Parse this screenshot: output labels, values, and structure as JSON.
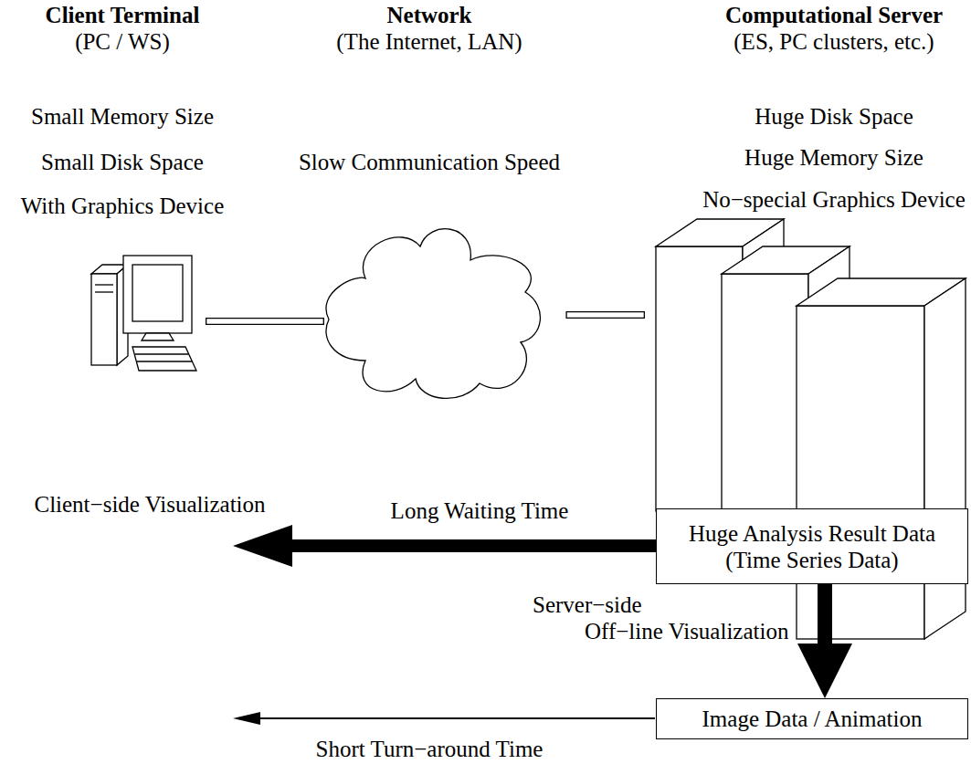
{
  "diagram": {
    "nodes": [
      {
        "text": [
          "Client Terminal",
          "(PC / WS)",
          "Small Memory Size",
          "Small Disk Space",
          "With Graphics Device"
        ]
      },
      {
        "text": [
          "Network",
          "(The Internet, LAN)",
          "Slow Communication Speed"
        ]
      },
      {
        "text": [
          "Computational Server",
          "(ES, PC clusters, etc.)",
          "Huge Disk Space",
          "Huge Memory Size",
          "No−special Graphics Device"
        ]
      },
      {
        "text": [
          "Huge Analysis Result Data (Time Series Data)"
        ]
      },
      {
        "text": [
          "Image Data / Animation"
        ]
      }
    ],
    "edges": [
      {
        "from": 0,
        "to": 1,
        "arrow": "none"
      },
      {
        "from": 1,
        "to": 2,
        "arrow": "none"
      },
      {
        "from": 3,
        "to": 4,
        "label": "Server−side Off−line Visualization",
        "arrow": "to"
      }
    ],
    "labels": [
      "Client−side Visualization",
      "Long Waiting Time",
      "Short Turn−around Time"
    ]
  }
}
